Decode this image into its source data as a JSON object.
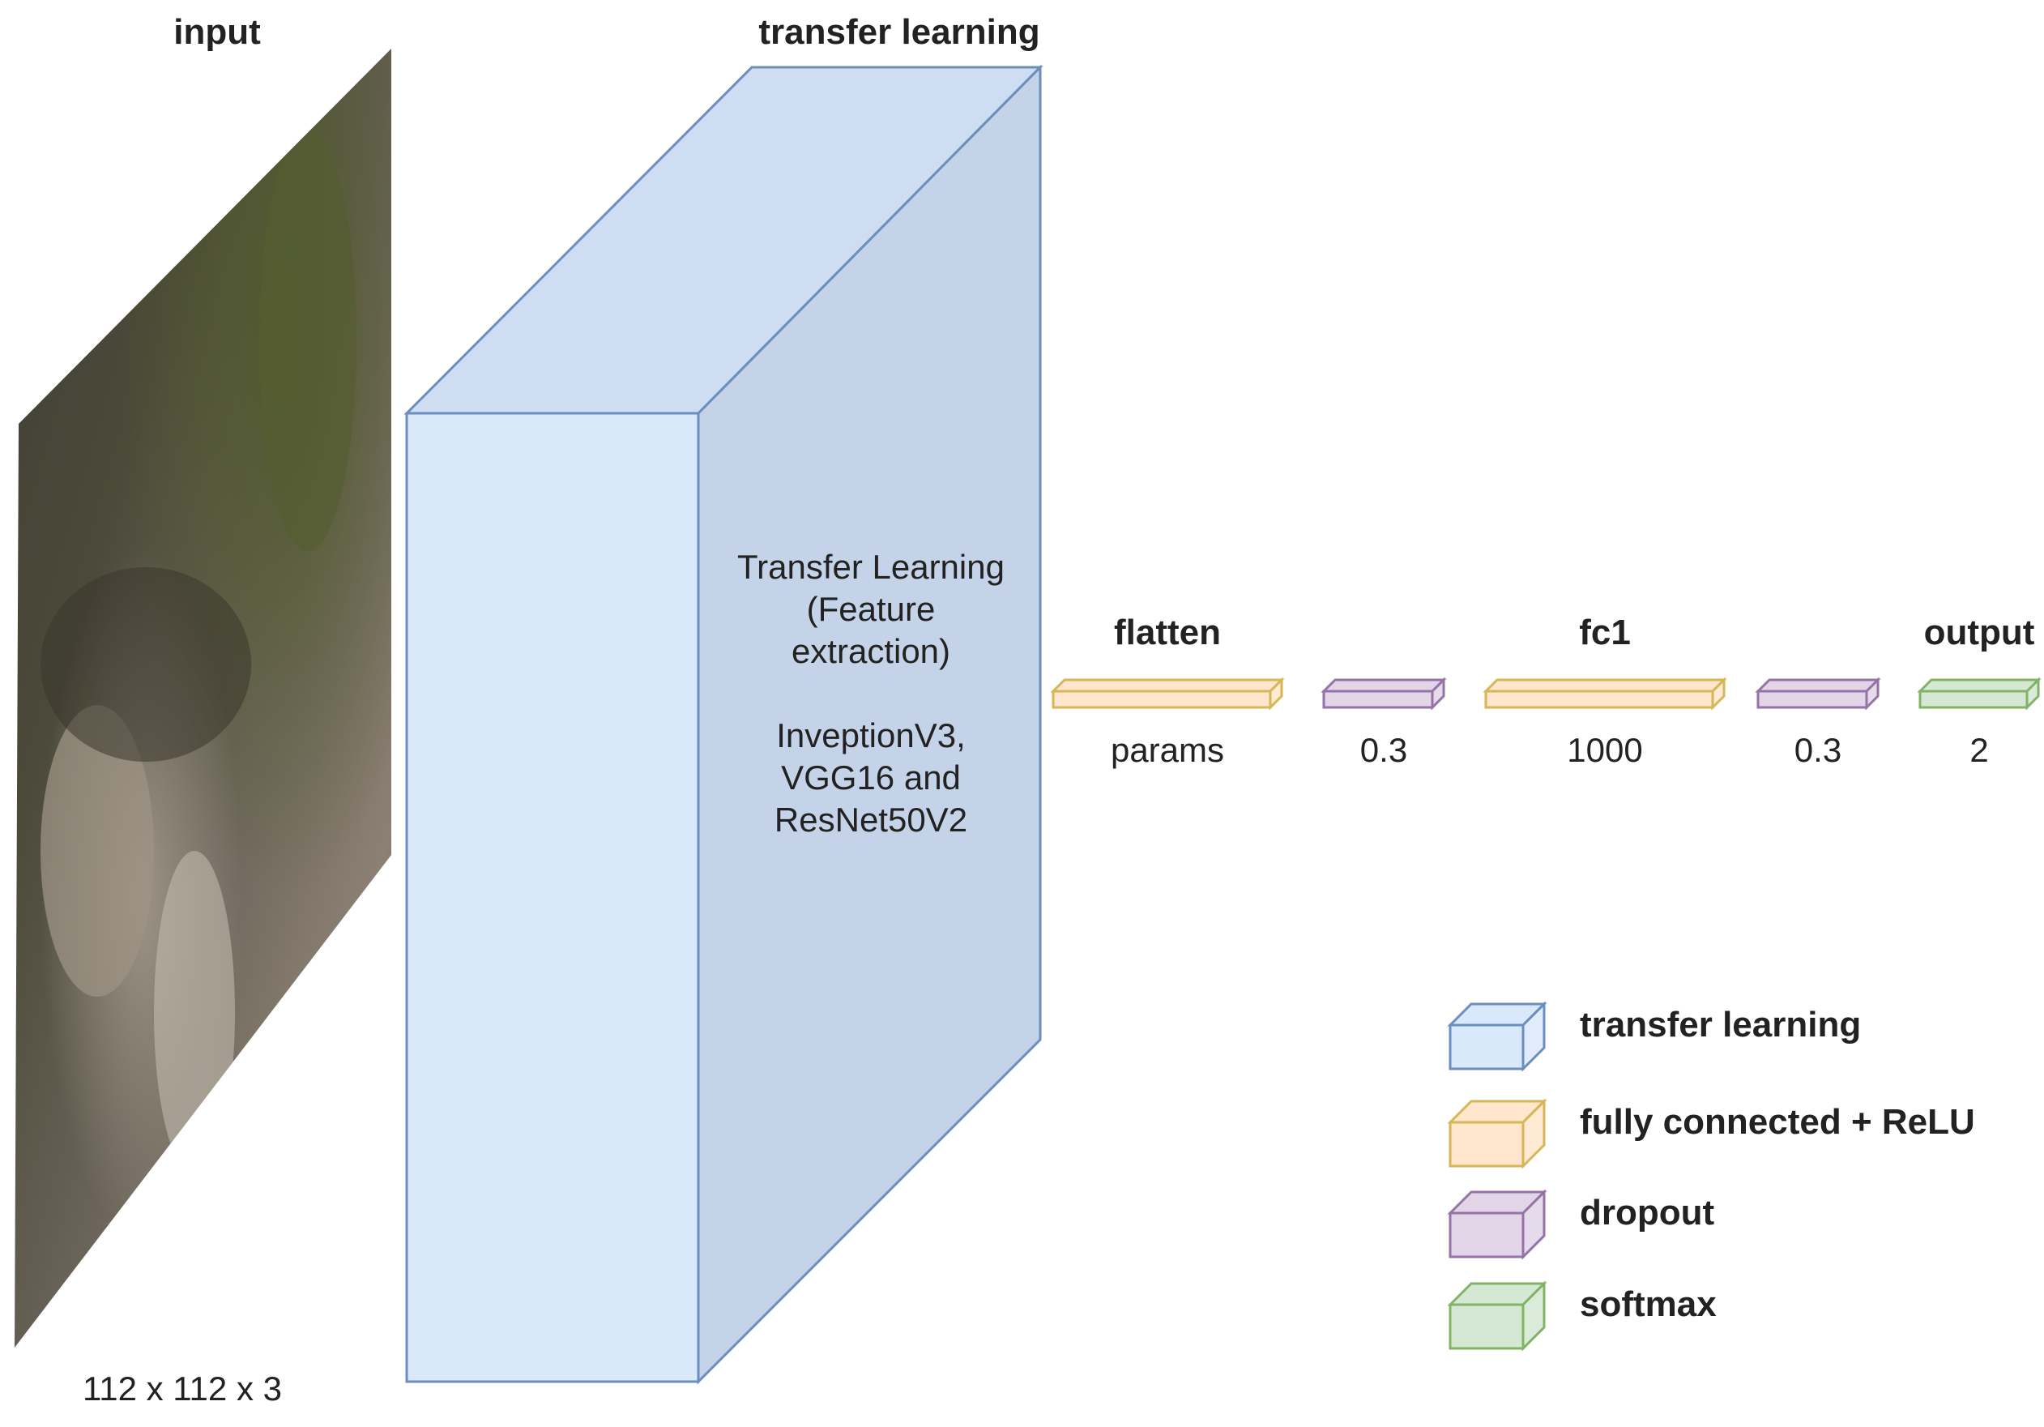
{
  "input": {
    "title": "input",
    "size_label": "112 x 112 x 3"
  },
  "transfer_block": {
    "title": "transfer learning",
    "text_lines": [
      "Transfer Learning",
      "(Feature",
      "extraction)",
      "",
      "InveptionV3,",
      "VGG16 and",
      "ResNet50V2"
    ],
    "colors": {
      "front": "#dae8fc",
      "side": "#c5d3e8",
      "top": "#cfddf2",
      "stroke": "#6c8ebf"
    }
  },
  "layers": [
    {
      "title": "flatten",
      "value": "params",
      "kind": "fc"
    },
    {
      "title": "",
      "value": "0.3",
      "kind": "dropout"
    },
    {
      "title": "fc1",
      "value": "1000",
      "kind": "fc"
    },
    {
      "title": "",
      "value": "0.3",
      "kind": "dropout"
    },
    {
      "title": "output",
      "value": "2",
      "kind": "softmax"
    }
  ],
  "legend": [
    {
      "label": "transfer learning",
      "kind": "transfer"
    },
    {
      "label": "fully connected + ReLU",
      "kind": "fc"
    },
    {
      "label": "dropout",
      "kind": "dropout"
    },
    {
      "label": "softmax",
      "kind": "softmax"
    }
  ],
  "colors": {
    "transfer": {
      "fill": "#dae8fc",
      "stroke": "#6c8ebf"
    },
    "fc": {
      "fill": "#ffe6cc",
      "stroke": "#d6b656"
    },
    "dropout": {
      "fill": "#e1d5e7",
      "stroke": "#9673a6"
    },
    "softmax": {
      "fill": "#d5e8d4",
      "stroke": "#82b366"
    }
  }
}
